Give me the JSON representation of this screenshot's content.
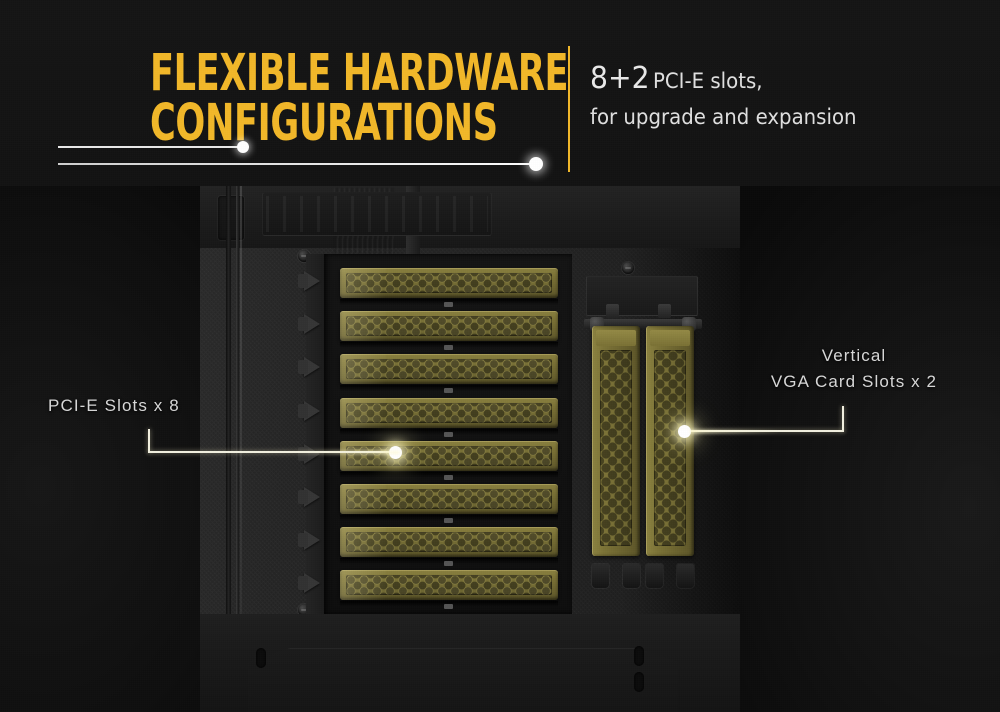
{
  "header": {
    "title_line1": "FLEXIBLE HARDWARE",
    "title_line2": "CONFIGURATIONS",
    "subtitle_highlight": "8+2",
    "subtitle_rest": " PCI-E slots,",
    "subtitle_line2": "for upgrade and expansion",
    "accent_color": "#f2b829",
    "text_color": "#e4e4e4"
  },
  "callouts": {
    "left": {
      "label": "PCI-E Slots x 8"
    },
    "right": {
      "label_line1": "Vertical",
      "label_line2": "VGA Card Slots x 2"
    }
  },
  "product": {
    "pci_slot_count": 8,
    "vertical_vga_slot_count": 2,
    "bracket_color": "#6d6530",
    "chassis_color": "#242424",
    "background_color": "#131313"
  },
  "pci_slots": [
    {
      "index": 1
    },
    {
      "index": 2
    },
    {
      "index": 3
    },
    {
      "index": 4
    },
    {
      "index": 5
    },
    {
      "index": 6
    },
    {
      "index": 7
    },
    {
      "index": 8
    }
  ],
  "vga_slots": [
    {
      "index": 1
    },
    {
      "index": 2
    }
  ]
}
